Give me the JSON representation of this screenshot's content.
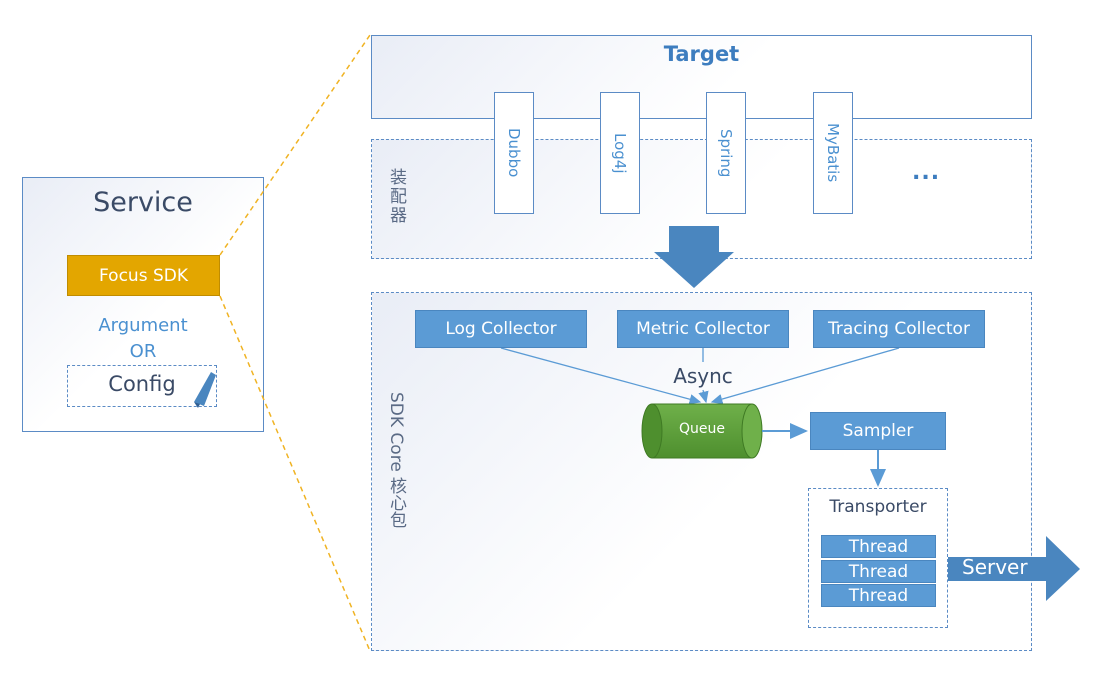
{
  "service": {
    "title": "Service",
    "sdk_label": "Focus SDK",
    "argument_label": "Argument",
    "or_label": "OR",
    "config_label": "Config"
  },
  "target": {
    "title": "Target"
  },
  "adapter": {
    "label": "装配器",
    "plugins": [
      "Dubbo",
      "Log4j",
      "Spring",
      "MyBatis"
    ],
    "more_label": "..."
  },
  "sdk_core": {
    "label": "SDK Core 核心包",
    "collectors": [
      "Log Collector",
      "Metric Collector",
      "Tracing Collector"
    ],
    "async_label": "Async",
    "queue_label": "Queue",
    "sampler_label": "Sampler",
    "transporter_label": "Transporter",
    "threads": [
      "Thread",
      "Thread",
      "Thread"
    ],
    "server_label": "Server"
  },
  "colors": {
    "accent_blue": "#5b9bd5",
    "border_blue": "#5b8bc5",
    "sdk_gold": "#e3a600",
    "queue_green": "#5a9e3a",
    "zoom_line": "#f0b323"
  }
}
